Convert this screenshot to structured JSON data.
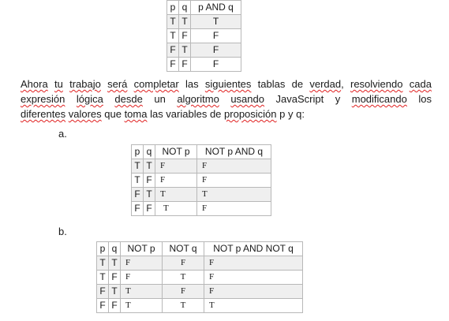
{
  "table_intro": {
    "headers": [
      "p",
      "q",
      "p AND q"
    ],
    "rows": [
      [
        "T",
        "T",
        "T"
      ],
      [
        "T",
        "F",
        "F"
      ],
      [
        "F",
        "T",
        "F"
      ],
      [
        "F",
        "F",
        "F"
      ]
    ]
  },
  "paragraph": {
    "line1": [
      "Ahora",
      " ",
      "tu",
      " ",
      "trabajo",
      " ",
      "será",
      " ",
      "completar",
      " las ",
      "siguientes",
      " tablas de ",
      "verdad",
      ", ",
      "resolviendo",
      " ",
      "cada"
    ],
    "line2": [
      "expresión",
      " ",
      "lógica",
      " ",
      "desde",
      " un ",
      "algoritmo",
      " ",
      "usando",
      " JavaScript y ",
      "modificando",
      " los"
    ],
    "line3": [
      "diferentes",
      " ",
      "valores",
      " que ",
      "toma",
      " las variables de ",
      "proposición",
      " p y q:"
    ]
  },
  "label_a": "a.",
  "label_b": "b.",
  "table_a": {
    "headers": [
      "p",
      "q",
      "NOT p",
      "NOT p AND q"
    ],
    "rows": [
      [
        "T",
        "T",
        "F",
        "F"
      ],
      [
        "T",
        "F",
        "F",
        "F"
      ],
      [
        "F",
        "T",
        "T",
        "T"
      ],
      [
        "F",
        "F",
        "T",
        "F"
      ]
    ]
  },
  "table_b": {
    "headers": [
      "p",
      "q",
      "NOT p",
      "NOT q",
      "NOT p AND NOT q"
    ],
    "rows": [
      [
        "T",
        "T",
        "F",
        "F",
        "F"
      ],
      [
        "T",
        "F",
        "F",
        "T",
        "F"
      ],
      [
        "F",
        "T",
        "T",
        "F",
        "F"
      ],
      [
        "F",
        "F",
        "T",
        "T",
        "T"
      ]
    ]
  }
}
